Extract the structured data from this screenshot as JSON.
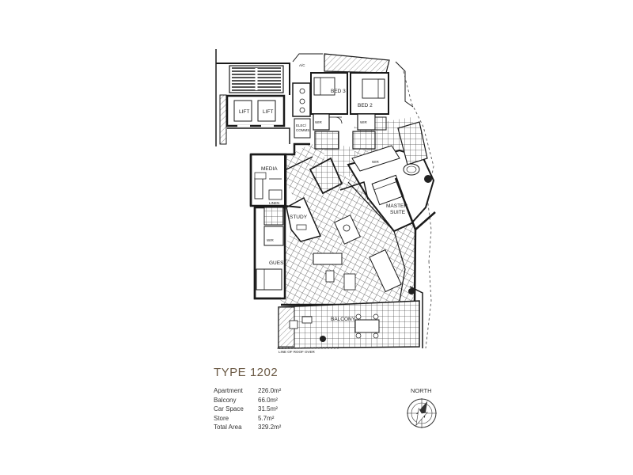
{
  "plan": {
    "rooms": {
      "bed3": "BED 3",
      "bed2": "BED 2",
      "master": [
        "MASTER",
        "SUITE"
      ],
      "media": "MEDIA",
      "study": "STUDY",
      "guest": "GUEST",
      "balcony": "BALCONY",
      "lift_left": "LIFT",
      "lift_right": "LIFT",
      "ac": "A/C",
      "elec": [
        "ELEC/",
        "COMMS"
      ],
      "wir_bed3": "WIR",
      "wir_bed2": "WIR",
      "wir_master": "WIR",
      "wir_guest": "WIR",
      "linen": "LINEN",
      "line_of_roof": "LINE OF ROOF OVER"
    }
  },
  "unit": {
    "type_label": "TYPE 1202",
    "areas": [
      {
        "label": "Apartment",
        "value": "226.0m²"
      },
      {
        "label": "Balcony",
        "value": "66.0m²"
      },
      {
        "label": "Car Space",
        "value": "31.5m²"
      },
      {
        "label": "Store",
        "value": "5.7m²"
      },
      {
        "label": "Total Area",
        "value": "329.2m²"
      }
    ]
  },
  "compass": {
    "label": "NORTH"
  },
  "colors": {
    "wall": "#1a1a1a",
    "tile": "#555555",
    "accent_text": "#6b5a45"
  }
}
